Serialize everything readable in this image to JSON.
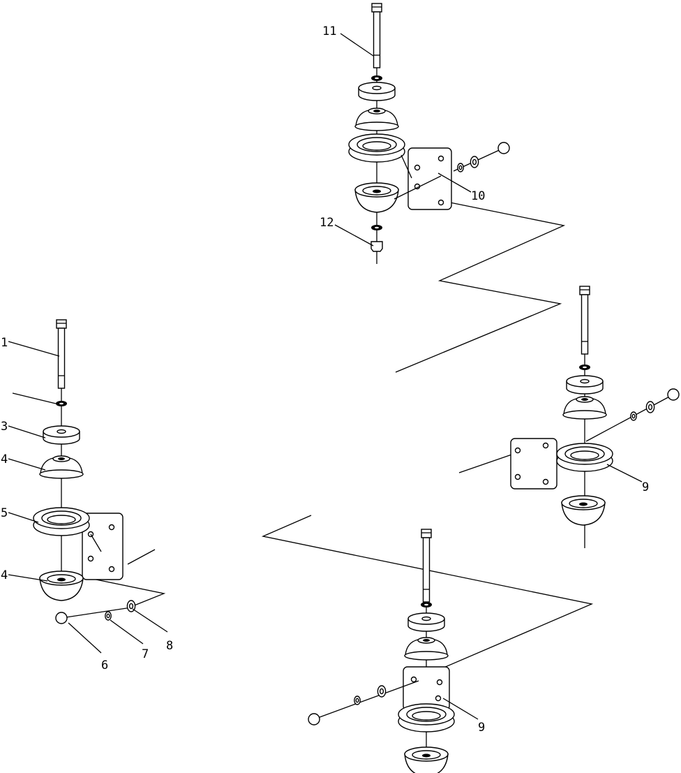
{
  "diagram": {
    "type": "exploded-parts-diagram",
    "callouts": [
      {
        "id": "c11",
        "number": "11"
      },
      {
        "id": "c10",
        "number": "10"
      },
      {
        "id": "c12",
        "number": "12"
      },
      {
        "id": "c1",
        "number": "1"
      },
      {
        "id": "c3",
        "number": "3"
      },
      {
        "id": "c4a",
        "number": "4"
      },
      {
        "id": "c5",
        "number": "5"
      },
      {
        "id": "c4b",
        "number": "4"
      },
      {
        "id": "c6",
        "number": "6"
      },
      {
        "id": "c7",
        "number": "7"
      },
      {
        "id": "c8",
        "number": "8"
      },
      {
        "id": "c9a",
        "number": "9"
      },
      {
        "id": "c9b",
        "number": "9"
      }
    ]
  }
}
